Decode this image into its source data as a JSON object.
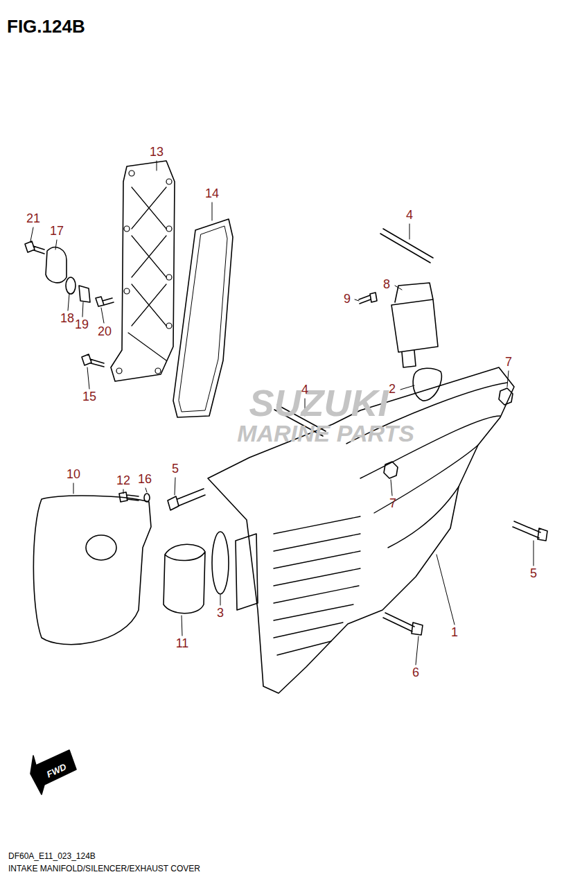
{
  "diagram": {
    "title": "FIG.124B",
    "caption": "INTAKE MANIFOLD/SILENCER/EXHAUST COVER",
    "labels": [
      "DF60A_E11_023_124B",
      "FWD",
      "SUZUKI",
      "MARINE PARTS",
      "13",
      "14",
      "21",
      "17",
      "18",
      "19",
      "20",
      "15",
      "4",
      "8",
      "9",
      "2",
      "7",
      "4",
      "7",
      "10",
      "12",
      "16",
      "5",
      "5",
      "11",
      "3",
      "1",
      "6"
    ]
  }
}
